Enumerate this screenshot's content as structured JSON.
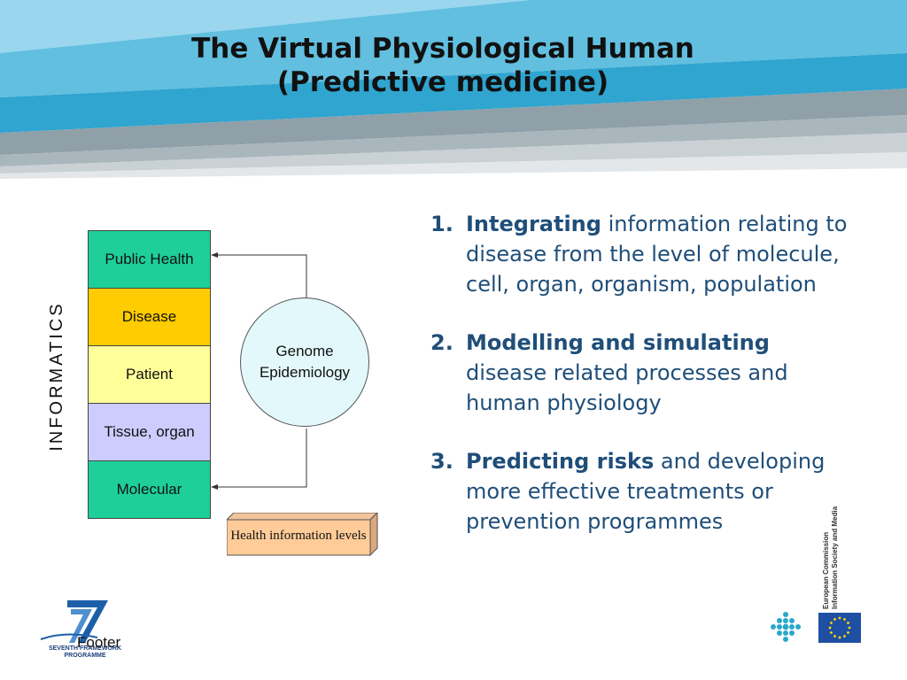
{
  "slide": {
    "title_line1": "The Virtual Physiological Human",
    "title_line2": "(Predictive medicine)"
  },
  "diagram": {
    "side_label": "INFORMATICS",
    "levels": [
      {
        "label": "Public Health",
        "color": "#1ecf9a"
      },
      {
        "label": "Disease",
        "color": "#ffcc00"
      },
      {
        "label": "Patient",
        "color": "#ffff99"
      },
      {
        "label": "Tissue, organ",
        "color": "#ccccff"
      },
      {
        "label": "Molecular",
        "color": "#1ecf9a"
      }
    ],
    "circle_line1": "Genome",
    "circle_line2": "Epidemiology",
    "box_label": "Health information levels",
    "box_color": "#ffcc99"
  },
  "points": [
    {
      "num": "1.",
      "bold": "Integrating",
      "rest": " information relating to disease from the level of molecule, cell, organ, organism, population"
    },
    {
      "num": "2.",
      "bold": "Modelling and simulating",
      "rest": " disease related processes and human physiology"
    },
    {
      "num": "3.",
      "bold": "Predicting risks",
      "rest": " and developing more effective treatments or prevention programmes"
    }
  ],
  "footer": {
    "text": "Footer",
    "fp7_line1": "SEVENTH FRAMEWORK",
    "fp7_line2": "PROGRAMME",
    "ec_line1": "European Commission",
    "ec_line2": "Information Society and Media"
  },
  "colors": {
    "text_blue": "#1f4e79",
    "header_blue": "#3aa6c9",
    "header_gray": "#8c9aa2"
  }
}
